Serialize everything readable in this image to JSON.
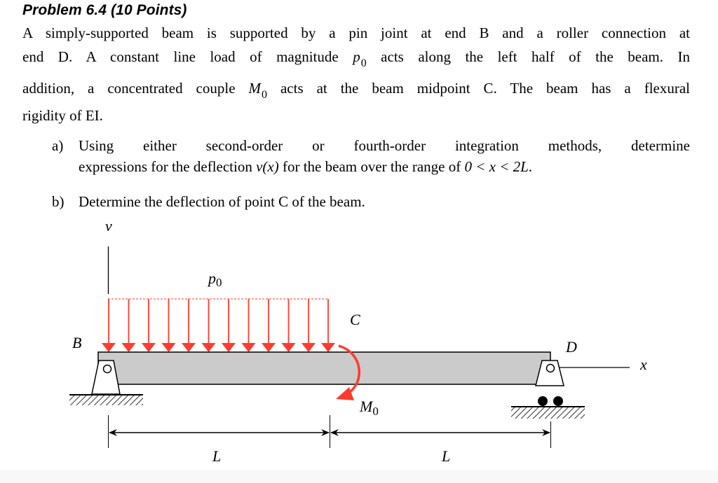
{
  "problem": {
    "title": "Problem 6.4 (10 Points)",
    "statement_lines": [
      "A simply-supported beam is supported by a pin joint at end B and a roller connection at",
      {
        "pre": "end D. A constant line load of magnitude ",
        "var": "p",
        "sub": "0",
        "post": " acts along the left half of the beam. In"
      },
      {
        "pre": "addition, a concentrated couple ",
        "var": "M",
        "sub": "0",
        "post": " acts at the beam midpoint C. The beam has a flexural"
      },
      "rigidity of EI."
    ],
    "line2_pre": "end D. A constant line load of magnitude ",
    "line2_var": "p",
    "line2_sub": "0",
    "line2_post": " acts along the left half of the beam. In",
    "line3_pre": "addition, a concentrated couple ",
    "line3_var": "M",
    "line3_sub": "0",
    "line3_post": " acts at the beam midpoint C. The beam has a flexural",
    "line1": "A simply-supported beam is supported by a pin joint at end B and a roller connection at",
    "line4": "rigidity of EI.",
    "parts": [
      {
        "marker": "a)",
        "line1": "Using either second-order or fourth-order integration methods, determine",
        "line2_pre": "expressions for the deflection ",
        "line2_math": "v(x)",
        "line2_mid": " for the beam over the range of ",
        "line2_range": "0 < x < 2L",
        "line2_post": "."
      },
      {
        "marker": "b)",
        "line1": "Determine the deflection of point C of the beam."
      }
    ]
  },
  "figure": {
    "labels": {
      "v_axis": "v",
      "x_axis": "x",
      "load": "p",
      "load_sub": "0",
      "point_b": "B",
      "point_c": "C",
      "point_d": "D",
      "moment": "M",
      "moment_sub": "0",
      "dim_left": "L",
      "dim_right": "L"
    },
    "colors": {
      "load": "#ff3b2f",
      "beam_fill": "#cbcbcb",
      "line": "#000000"
    },
    "load_arrow_count": 12
  }
}
